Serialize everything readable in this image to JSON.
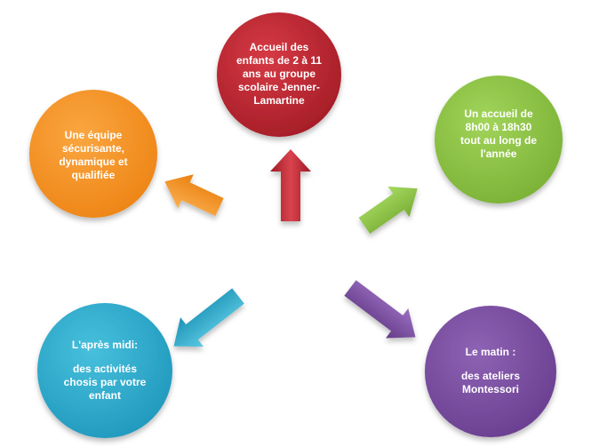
{
  "colors": {
    "red": "#b5232d",
    "green": "#8dc63f",
    "orange": "#f7931e",
    "blue": "#2eafd0",
    "purple": "#7a4ca0",
    "text": "#ffffff"
  },
  "nodes": [
    {
      "id": "top",
      "color_key": "red",
      "lines": [
        "Accueil des",
        "enfants de 2 à 11",
        "ans au groupe",
        "scolaire Jenner-",
        "Lamartine"
      ]
    },
    {
      "id": "right",
      "color_key": "green",
      "lines": [
        "Un accueil de",
        "8h00 à 18h30",
        "tout au  long de",
        "l'année"
      ]
    },
    {
      "id": "left",
      "color_key": "orange",
      "lines": [
        "Une équipe",
        "sécurisante,",
        "dynamique et",
        "qualifiée"
      ]
    },
    {
      "id": "bottom-left",
      "color_key": "blue",
      "lines": [
        "L'après midi:",
        "",
        "des activités",
        "chosis par votre",
        "enfant"
      ]
    },
    {
      "id": "bottom-right",
      "color_key": "purple",
      "lines": [
        "Le matin :",
        "",
        "des ateliers",
        "Montessori"
      ]
    }
  ]
}
